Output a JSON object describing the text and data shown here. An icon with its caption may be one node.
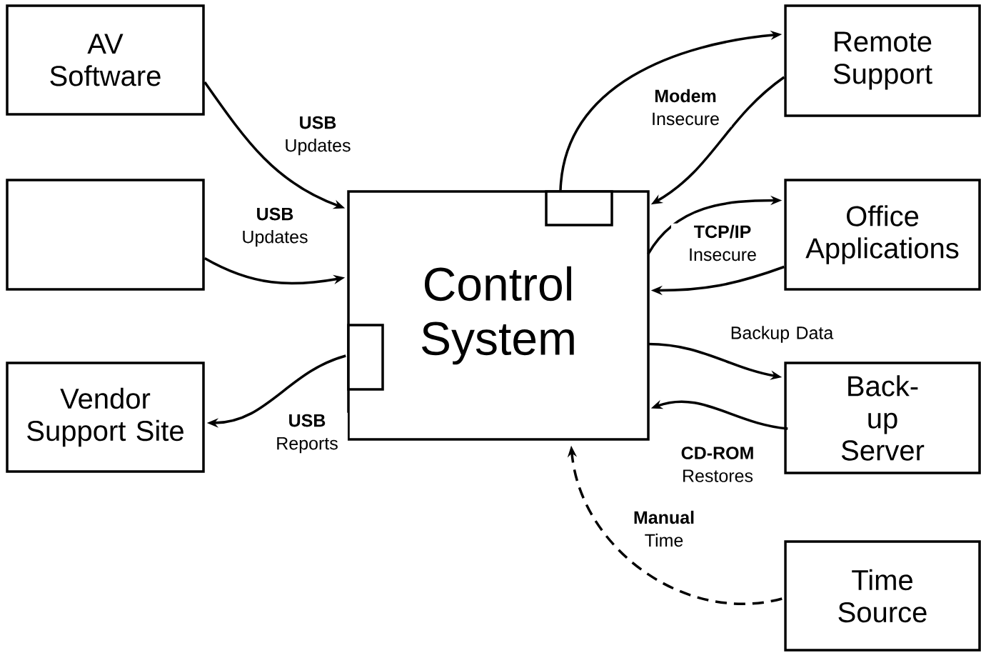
{
  "diagram": {
    "nodes": [
      {
        "text": [
          "AV Software"
        ]
      },
      {
        "text": [],
        "shape": "box"
      },
      {
        "text": [
          "Vendor Support Site"
        ]
      },
      {
        "text": [
          "Control System"
        ]
      },
      {
        "text": [],
        "shape": "box",
        "in": 3
      },
      {
        "text": [],
        "shape": "box",
        "in": 3
      },
      {
        "text": [
          "Remote Support"
        ]
      },
      {
        "text": [
          "Office Applications"
        ]
      },
      {
        "text": [
          "Back-up Server"
        ]
      },
      {
        "text": [
          "Time Source"
        ]
      }
    ],
    "edges": [
      {
        "from": 0,
        "to": 3,
        "arrow": "to",
        "label": "**USB** Updates"
      },
      {
        "from": 1,
        "to": 3,
        "arrow": "to",
        "label": "**USB** Updates"
      },
      {
        "from": 5,
        "to": 2,
        "arrow": "to",
        "label": "**USB** Reports"
      },
      {
        "from": 4,
        "to": 6,
        "arrow": "to"
      },
      {
        "from": 6,
        "to": 3,
        "arrow": "to",
        "label": "**Modem** Insecure"
      },
      {
        "from": 3,
        "to": 7,
        "arrow": "to"
      },
      {
        "from": 7,
        "to": 3,
        "arrow": "to",
        "label": "**TCP/IP** Insecure"
      },
      {
        "from": 3,
        "to": 8,
        "arrow": "to",
        "label": "Backup Data"
      },
      {
        "from": 8,
        "to": 3,
        "arrow": "to",
        "label": "**CD-ROM** Restores"
      },
      {
        "from": 9,
        "to": 3,
        "arrow": "to",
        "label": "**Manual** Time",
        "style": "dashed"
      }
    ]
  }
}
